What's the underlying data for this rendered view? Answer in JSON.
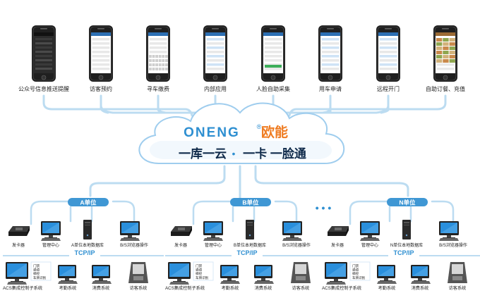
{
  "colors": {
    "line": "#bcdcf1",
    "brand": "#2e8fd1",
    "brand_cn": "#ef7c22",
    "slogan": "#0f2a4a",
    "dot": "#2e8fd1",
    "label": "#222222",
    "pill": "#3f97d4",
    "tcp": "#2e8fd1",
    "cloud_fill": "#ffffff",
    "cloud_stroke": "#9fcdee",
    "phone_body": "#1f1f1f",
    "monitor_screen": "#2a8fdc"
  },
  "phones": [
    {
      "label": "公众号信息推送提醒",
      "screen": "dark"
    },
    {
      "label": "访客预约",
      "screen": "form"
    },
    {
      "label": "寻车缴费",
      "screen": "keyboard"
    },
    {
      "label": "内部应用",
      "screen": "list"
    },
    {
      "label": "人脸自助采集",
      "screen": "form2"
    },
    {
      "label": "用车申请",
      "screen": "list2"
    },
    {
      "label": "远程开门",
      "screen": "list3"
    },
    {
      "label": "自助订餐、充值",
      "screen": "food"
    }
  ],
  "cloud": {
    "brand_en": "ONENG",
    "registered": "®",
    "brand_cn": "欧能",
    "slogan_left": "一库一云",
    "slogan_dot": "•",
    "slogan_right": "一卡 一脸通"
  },
  "ellipsis": "• • •",
  "units": [
    {
      "pill": "A单位",
      "devices": {
        "card": "发卡器",
        "mgmt": "管理中心",
        "db": "A单位本地数据库",
        "bs": "B/S浏览器操作"
      },
      "tcp": "TCP/IP",
      "gate_items": [
        "门禁",
        "通道",
        "梯控",
        "车牌识别"
      ],
      "systems": {
        "acs": "ACS集成控制子系统",
        "attendance": "考勤系统",
        "consume": "消费系统",
        "visitor": "访客系统"
      }
    },
    {
      "pill": "B单位",
      "devices": {
        "card": "发卡器",
        "mgmt": "管理中心",
        "db": "B单位本地数据库",
        "bs": "B/S浏览器操作"
      },
      "tcp": "TCP/IP",
      "gate_items": [
        "门禁",
        "通道",
        "梯控",
        "车牌识别"
      ],
      "systems": {
        "acs": "ACS集成控制子系统",
        "attendance": "考勤系统",
        "consume": "消费系统",
        "visitor": "访客系统"
      }
    },
    {
      "pill": "N单位",
      "devices": {
        "card": "发卡器",
        "mgmt": "管理中心",
        "db": "N单位本地数据库",
        "bs": "B/S浏览器操作"
      },
      "tcp": "TCP/IP",
      "gate_items": [
        "门禁",
        "通道",
        "梯控",
        "车牌识别"
      ],
      "systems": {
        "acs": "ACS集成控制子系统",
        "attendance": "考勤系统",
        "consume": "消费系统",
        "visitor": "访客系统"
      }
    }
  ]
}
